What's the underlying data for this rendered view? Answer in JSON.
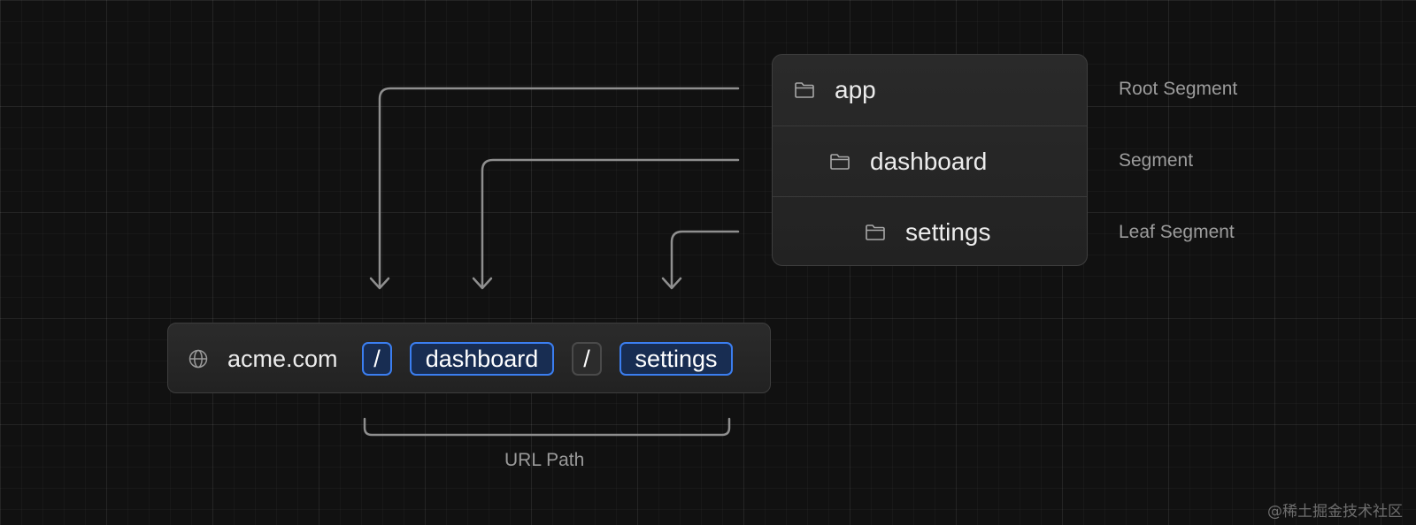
{
  "tree": {
    "items": [
      {
        "label": "app",
        "icon": "folder-icon",
        "annotation": "Root Segment"
      },
      {
        "label": "dashboard",
        "icon": "folder-icon",
        "annotation": "Segment"
      },
      {
        "label": "settings",
        "icon": "folder-icon",
        "annotation": "Leaf Segment"
      }
    ]
  },
  "url_bar": {
    "icon": "globe-icon",
    "domain": "acme.com",
    "segments": [
      {
        "text": "/",
        "style": "active"
      },
      {
        "text": "dashboard",
        "style": "active"
      },
      {
        "text": "/",
        "style": "inactive"
      },
      {
        "text": "settings",
        "style": "active"
      }
    ]
  },
  "path_label": "URL Path",
  "watermark": "@稀土掘金技术社区",
  "colors": {
    "background": "#111111",
    "panel": "#262626",
    "accent": "#3b7ef0",
    "line": "#8f8f8f",
    "text": "#ececec",
    "muted_text": "#9c9c9c"
  }
}
